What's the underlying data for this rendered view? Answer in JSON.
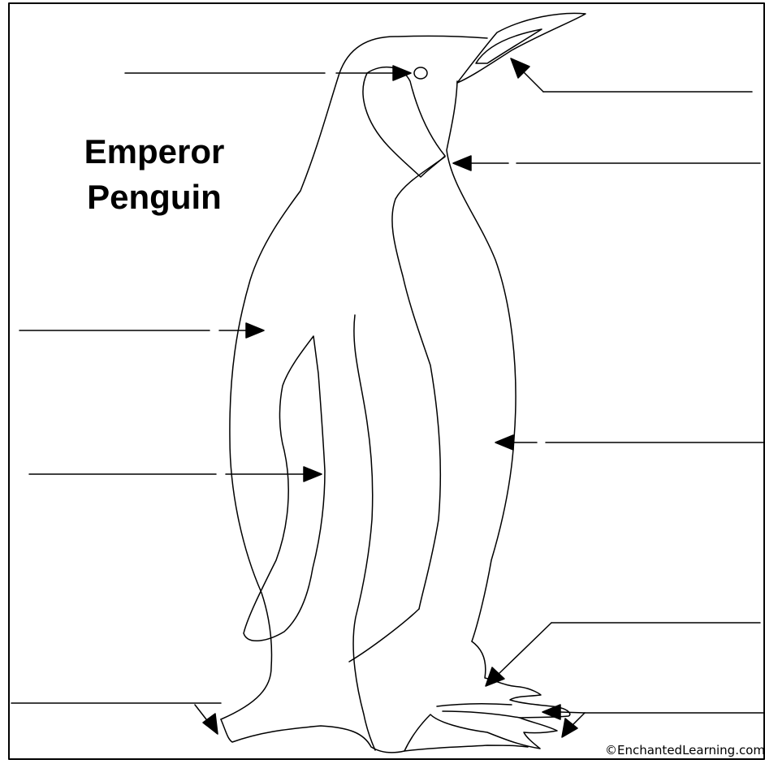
{
  "title": {
    "line1": "Emperor",
    "line2": "Penguin"
  },
  "credit": "©EnchantedLearning.com",
  "colors": {
    "background": "#ffffff",
    "ink": "#000000"
  },
  "label_slot_count": 9
}
